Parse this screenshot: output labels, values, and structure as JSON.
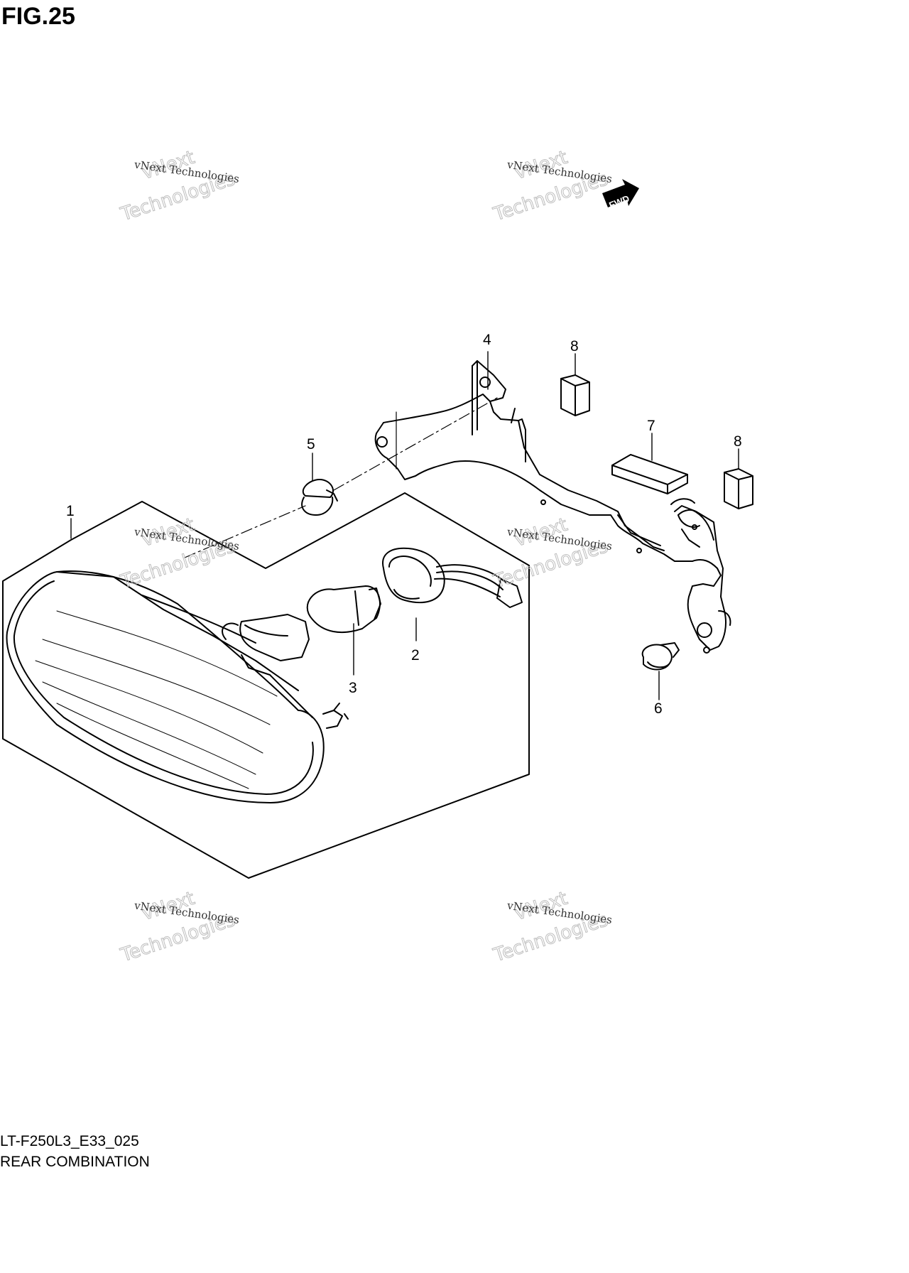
{
  "figure": {
    "title": "FIG.25",
    "model_code": "LT-F250L3_E33_025",
    "section_name": "REAR COMBINATION"
  },
  "callouts": [
    {
      "id": "c1",
      "label": "1"
    },
    {
      "id": "c2",
      "label": "2"
    },
    {
      "id": "c3",
      "label": "3"
    },
    {
      "id": "c4",
      "label": "4"
    },
    {
      "id": "c5",
      "label": "5"
    },
    {
      "id": "c6",
      "label": "6"
    },
    {
      "id": "c7",
      "label": "7"
    },
    {
      "id": "c8a",
      "label": "8"
    },
    {
      "id": "c8b",
      "label": "8"
    }
  ],
  "direction_marker": {
    "label": "FWD"
  },
  "watermark": {
    "small_text": "vNext Technologies",
    "line1": "vNext",
    "line2": "Technologies"
  },
  "colors": {
    "ink": "#000000",
    "watermark": "#bdbdbd",
    "background": "#ffffff"
  }
}
